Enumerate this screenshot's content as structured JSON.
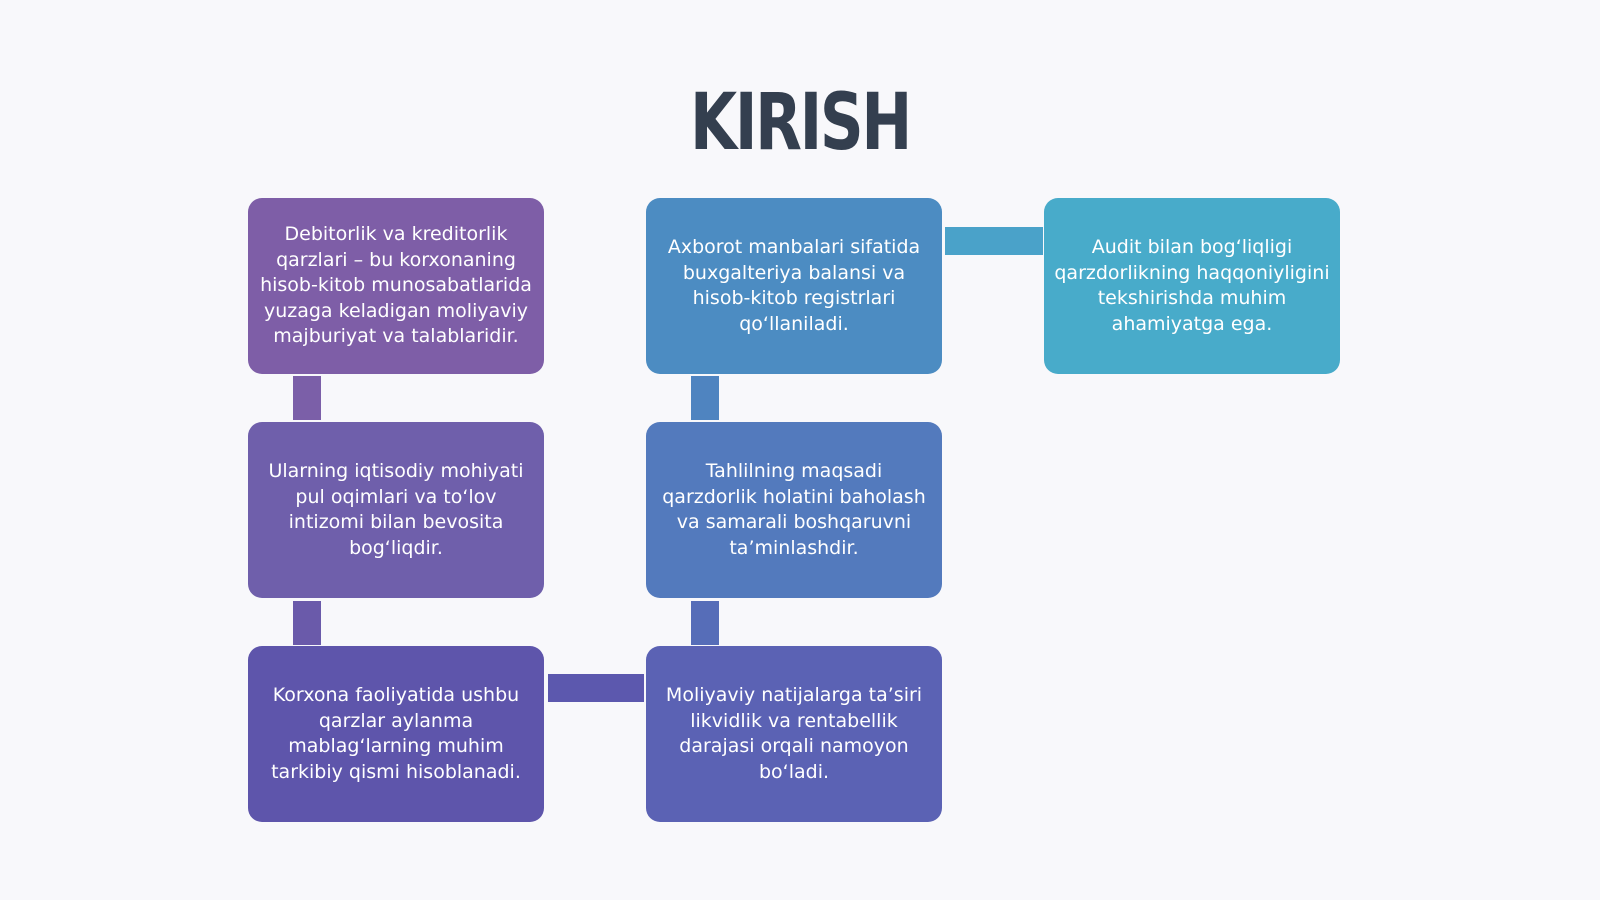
{
  "title": "KIRISH",
  "boxes": {
    "b1": "Debitorlik va kreditorlik qarzlari – bu korxonaning hisob-kitob munosabatlarida yuzaga keladigan moliyaviy majburiyat va talablaridir.",
    "b2": "Ularning iqtisodiy mohiyati pul oqimlari va to‘lov intizomi bilan bevosita bog‘liqdir.",
    "b3": "Korxona faoliyatida ushbu qarzlar aylanma mablag‘larning muhim tarkibiy qismi hisoblanadi.",
    "b4": "Moliyaviy natijalarga ta’siri likvidlik va rentabellik darajasi orqali namoyon bo‘ladi.",
    "b5": "Tahlilning maqsadi qarzdorlik holatini baholash va samarali boshqaruvni ta’minlashdir.",
    "b6": "Axborot manbalari sifatida buxgalteriya balansi va hisob-kitob registrlari qo‘llaniladi.",
    "b7": "Audit bilan bog‘liqligi qarzdorlikning haqqoniyligini tekshirishda muhim ahamiyatga ega."
  },
  "colors": {
    "title": "#343f4f",
    "b1": "#7e5ea7",
    "b2": "#6f5fab",
    "b3": "#5e55ab",
    "b4": "#5b62b4",
    "b5": "#537abd",
    "b6": "#4c8cc2",
    "b7": "#48abca"
  }
}
